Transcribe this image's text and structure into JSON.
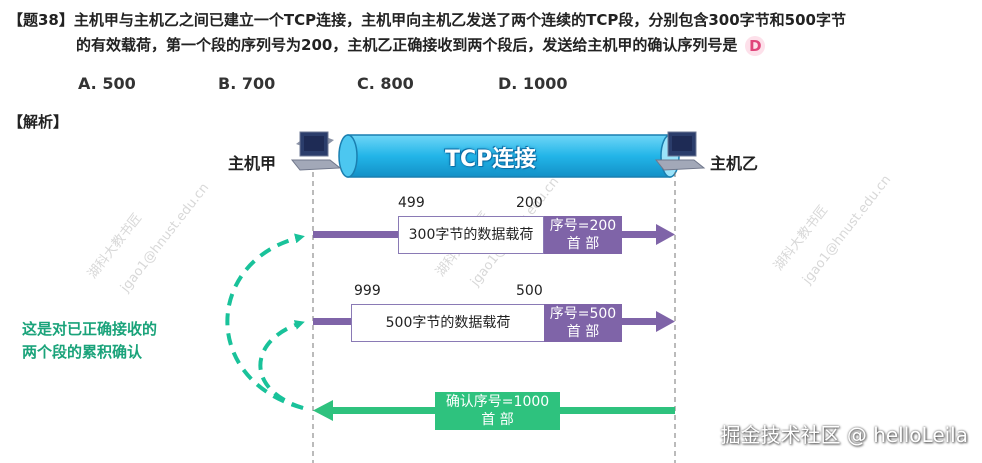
{
  "question": {
    "line1": "【题38】主机甲与主机乙之间已建立一个TCP连接，主机甲向主机乙发送了两个连续的TCP段，分别包含300字节和500字节",
    "line2": "的有效载荷，第一个段的序列号为200，主机乙正确接收到两个段后，发送给主机甲的确认序列号是",
    "answer": "D",
    "options": [
      "A. 500",
      "B. 700",
      "C. 800",
      "D. 1000"
    ]
  },
  "analysis_label": "【解析】",
  "diagram": {
    "host_a": "主机甲",
    "host_b": "主机乙",
    "pipe_label": "TCP连接",
    "segment1": {
      "left_num": "499",
      "right_num": "200",
      "payload": "300字节的数据载荷",
      "header_line1": "序号=200",
      "header_line2": "首  部"
    },
    "segment2": {
      "left_num": "999",
      "right_num": "500",
      "payload": "500字节的数据载荷",
      "header_line1": "序号=500",
      "header_line2": "首  部"
    },
    "ack": {
      "line1": "确认序号=1000",
      "line2": "首  部"
    },
    "note_line1": "这是对已正确接收的",
    "note_line2": "两个段的累积确认",
    "colors": {
      "segment": "#7f64a8",
      "ack": "#2ec27e",
      "pipe": "#22b5e8",
      "note": "#1aa37a"
    }
  },
  "watermarks": [
    "湖科大教书匠",
    "jgao1@hnust.edu.cn"
  ],
  "attribution": "掘金技术社区 @ helloLeila"
}
